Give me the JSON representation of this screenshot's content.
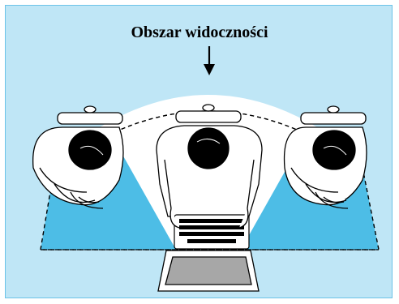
{
  "diagram": {
    "title": "Obszar widoczności",
    "colors": {
      "background": "#bfe6f6",
      "border": "#6cc3e8",
      "viewing_area": "#ffffff",
      "side_shading": "#4dbde6",
      "line": "#000000"
    },
    "figures": [
      "left-side-viewer",
      "center-user",
      "right-side-viewer"
    ]
  }
}
